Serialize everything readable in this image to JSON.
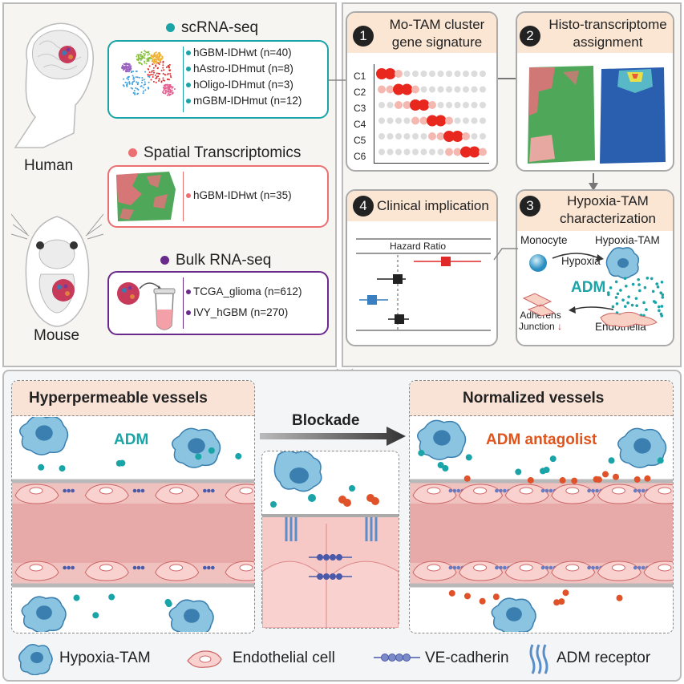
{
  "organisms": {
    "human": "Human",
    "mouse": "Mouse"
  },
  "datasets": {
    "scrna": {
      "title": "scRNA-seq",
      "color": "#1aa4a8",
      "items": [
        "hGBM-IDHwt (n=40)",
        "hAstro-IDHmut (n=8)",
        "hOligo-IDHmut (n=3)",
        "mGBM-IDHmut (n=12)"
      ]
    },
    "spatial": {
      "title": "Spatial Transcriptomics",
      "color": "#ec6f72",
      "items": [
        "hGBM-IDHwt (n=35)"
      ]
    },
    "bulk": {
      "title": "Bulk RNA-seq",
      "color": "#6a2a8c",
      "items": [
        "TCGA_glioma (n=612)",
        "IVY_hGBM (n=270)"
      ]
    }
  },
  "steps": {
    "s1": {
      "num": "1",
      "title_line1": "Mo-TAM cluster",
      "title_line2": "gene signature",
      "clusters": [
        "C1",
        "C2",
        "C3",
        "C4",
        "C5",
        "C6"
      ]
    },
    "s2": {
      "num": "2",
      "title_line1": "Histo-transcriptome",
      "title_line2": "assignment"
    },
    "s3": {
      "num": "3",
      "title_line1": "Hypoxia-TAM",
      "title_line2": "characterization",
      "monocyte": "Monocyte",
      "hypoxia_tam": "Hypoxia-TAM",
      "hypoxia": "Hypoxia",
      "adm": "ADM",
      "adherens_line1": "Adherens",
      "adherens_line2": "Junction",
      "endothelia": "Endothelia"
    },
    "s4": {
      "num": "4",
      "title": "Clinical implication",
      "hazard": "Hazard Ratio"
    }
  },
  "bottom": {
    "left_title": "Hyperpermeable vessels",
    "left_label": "ADM",
    "middle_label": "Blockade",
    "right_title": "Normalized vessels",
    "right_label": "ADM antagolist"
  },
  "legend": {
    "items": [
      {
        "icon": "hypoxia-tam-icon",
        "label": "Hypoxia-TAM"
      },
      {
        "icon": "endothelial-cell-icon",
        "label": "Endothelial cell"
      },
      {
        "icon": "ve-cadherin-icon",
        "label": "VE-cadherin"
      },
      {
        "icon": "adm-receptor-icon",
        "label": "ADM receptor"
      }
    ]
  },
  "colors": {
    "teal": "#1aa4a8",
    "salmon": "#ec6f72",
    "purple": "#6a2a8c",
    "orange": "#e0541b",
    "panel_bg": "#f7f3ee",
    "step_bg": "#fbe6d4"
  }
}
